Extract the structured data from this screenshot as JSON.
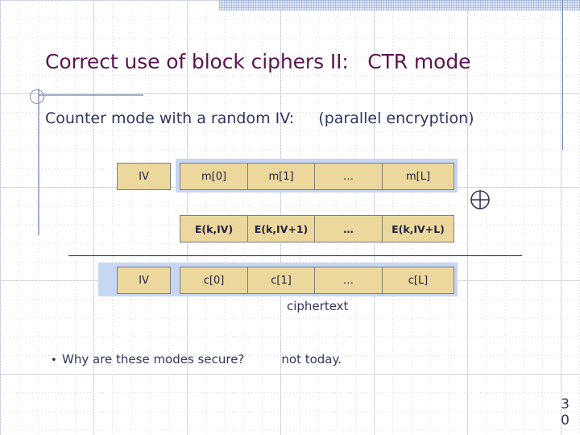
{
  "slide": {
    "title": "Correct use of block ciphers II:   CTR mode",
    "subtitle": "Counter mode with a random IV:     (parallel encryption)",
    "page_number_digits": [
      "3",
      "0"
    ],
    "colors": {
      "title": "#5c1450",
      "body_text": "#30355e",
      "cell_fill": "#ecd79c",
      "cell_border": "#7d7d7d",
      "highlight": "#c7d7f3",
      "rule": "#222222",
      "deco_line": "#6e7fa8"
    }
  },
  "diagram": {
    "plaintext_row": {
      "iv_label": "IV",
      "cells": [
        "m[0]",
        "m[1]",
        "…",
        "m[L]"
      ]
    },
    "keystream_row": {
      "cells": [
        "E(k,IV)",
        "E(k,IV+1)",
        "…",
        "E(k,IV+L)"
      ]
    },
    "ciphertext_row": {
      "iv_label": "IV",
      "cells": [
        "c[0]",
        "c[1]",
        "…",
        "c[L]"
      ]
    },
    "xor_symbol": "xor-circle-plus",
    "ciphertext_caption": "ciphertext"
  },
  "bullet": {
    "marker": "•",
    "question": "Why are these modes secure?",
    "answer": "not today."
  }
}
